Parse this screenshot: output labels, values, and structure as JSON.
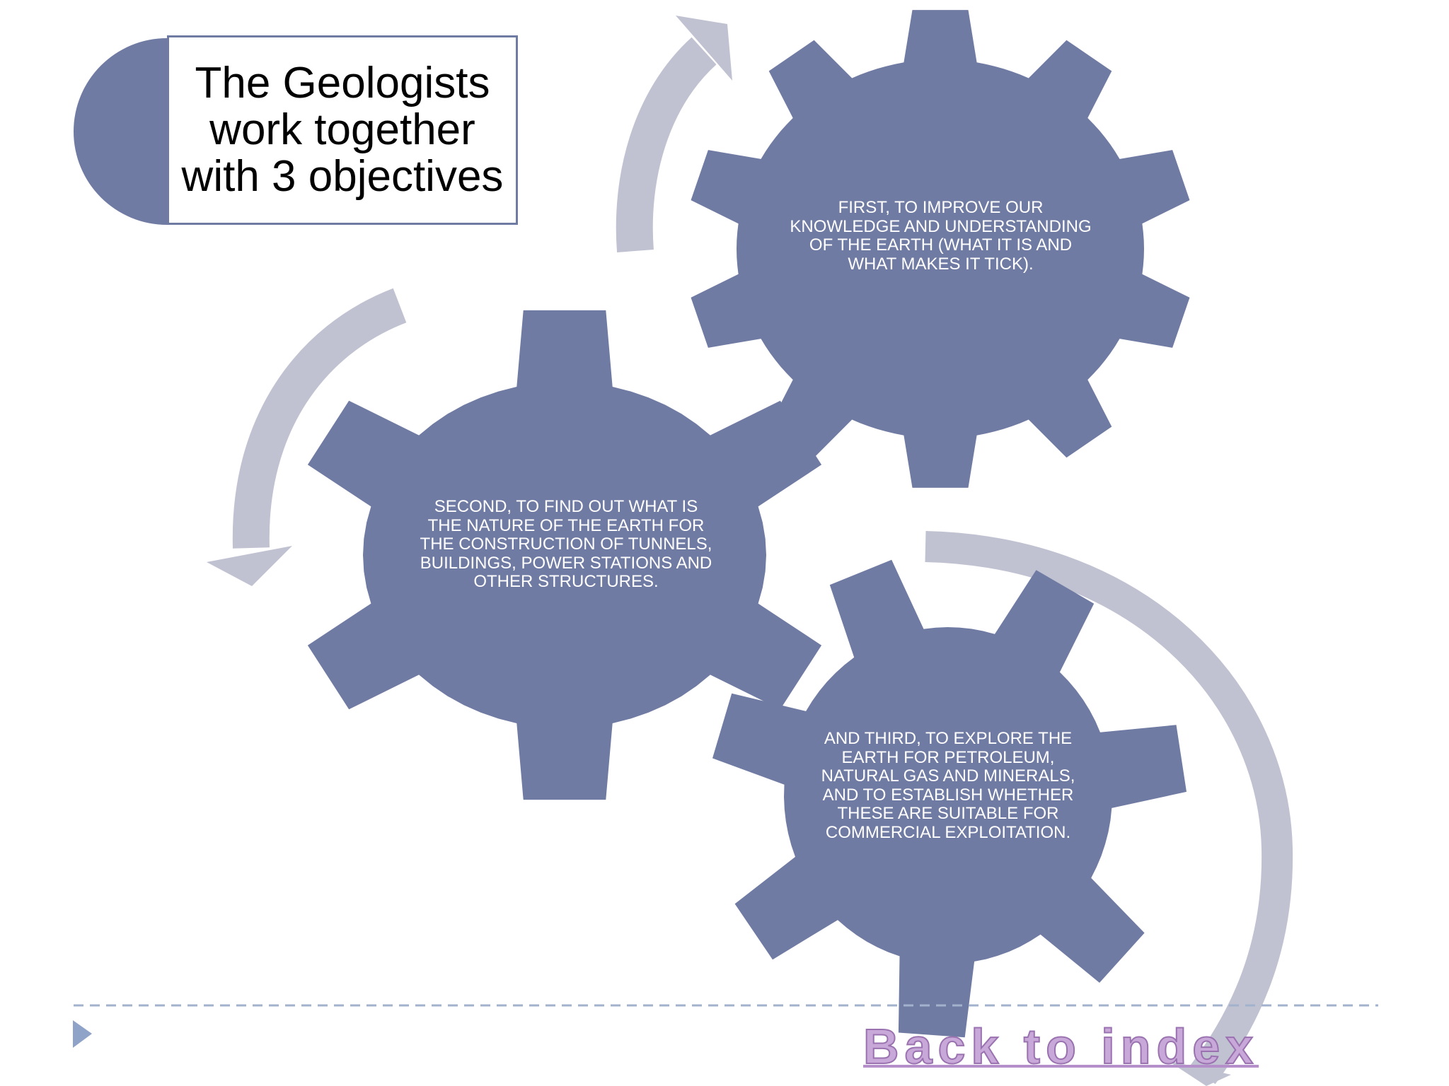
{
  "title": "The Geologists work together with 3 objectives",
  "objectives": [
    "FIRST, TO IMPROVE OUR KNOWLEDGE AND UNDERSTANDING OF THE EARTH (WHAT IT IS AND WHAT MAKES IT TICK).",
    "SECOND, TO FIND OUT WHAT IS THE NATURE OF THE EARTH FOR THE CONSTRUCTION OF TUNNELS, BUILDINGS, POWER STATIONS AND OTHER STRUCTURES.",
    "AND THIRD, TO EXPLORE THE EARTH FOR PETROLEUM, NATURAL GAS AND MINERALS, AND TO ESTABLISH WHETHER THESE ARE SUITABLE FOR COMMERCIAL EXPLOITATION."
  ],
  "back_link": "Back to index",
  "colors": {
    "gear": "#707ba3",
    "arrow": "#c0c2d2",
    "dashed_line": "#a3b2cc",
    "link": "#c8a8d8"
  },
  "icons": {
    "nav_triangle": "play-triangle-icon"
  }
}
